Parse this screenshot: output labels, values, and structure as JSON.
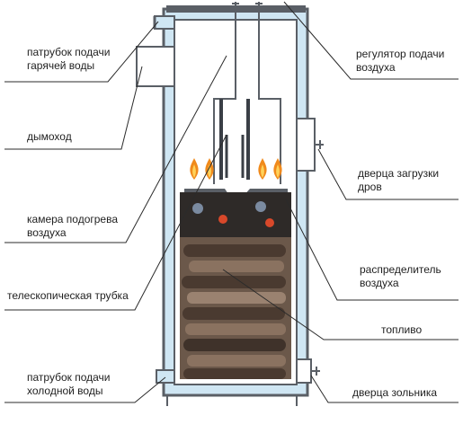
{
  "labels": {
    "hot_water_pipe": "патрубок подачи\nгарячей воды",
    "chimney": "дымоход",
    "air_heating_chamber": "камера подогрева\nвоздуха",
    "telescopic_tube": "телескопическая трубка",
    "cold_water_pipe": "патрубок подачи\nхолодной воды",
    "air_regulator": "регулятор подачи\nвоздуха",
    "loading_door": "дверца загрузки\nдров",
    "air_distributor": "распределитель\nвоздуха",
    "fuel": "топливо",
    "ash_door": "дверца зольника"
  },
  "colors": {
    "outer_wall": "#5a5f66",
    "water_jacket": "#cfe6f3",
    "leader": "#2b2b2b",
    "flame_outer": "#f08a1c",
    "flame_inner": "#ffd25a",
    "wood_dark": "#4a3a30",
    "wood_light": "#8a7260"
  }
}
